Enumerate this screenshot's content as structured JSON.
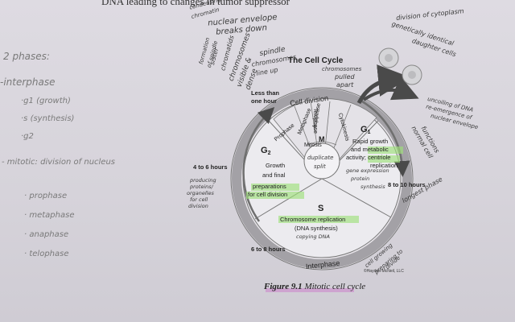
{
  "document": {
    "top_text": "DNA leading to changes in tumor suppressor",
    "caption_number": "Figure 9.1",
    "caption_title": "Mitotic cell cycle",
    "credit": "©Hayden-McNeil, LLC"
  },
  "diagram": {
    "title": "The Cell Cycle",
    "cell_division": "Cell division",
    "interphase": "Interphase",
    "phases": {
      "prophase": "Prophase",
      "metaphase": "Metaphase",
      "anaphase": "Anaphase",
      "telophase": "Telophase",
      "cytokinesis": "Cytokinesis",
      "mitosis": "Mitosis"
    },
    "g1": {
      "label": "G",
      "sub": "1",
      "line1": "Rapid growth",
      "line2": "and metabolic",
      "line3": "activity;",
      "line3b": "centriole",
      "line4": "replication"
    },
    "g2": {
      "label": "G",
      "sub": "2",
      "line1": "Growth",
      "line2": "and final",
      "line3": "preparations",
      "line4": "for cell division"
    },
    "s": {
      "label": "S",
      "line1": "Chromosome replication",
      "line2": "(DNA synthesis)"
    },
    "m": "M",
    "durations": {
      "less_than": "Less than",
      "one_hour": "one hour",
      "g2": "4 to 6 hours",
      "g1": "8 to 10 hours",
      "s": "6 to 8 hours"
    }
  },
  "annotations": {
    "two_phases": "2 phases:",
    "interphase": "-interphase",
    "g1_growth": "·g1 (growth)",
    "s_synthesis": "·s (synthesis)",
    "g2": "·g2",
    "mitotic": "- mitotic: division of nucleus",
    "prophase": "· prophase",
    "metaphase": "· metaphase",
    "anaphase": "· anaphase",
    "telophase": "· telophase",
    "condensing_1": "condensing",
    "condensing_2": "chromatin",
    "envelope_1": "nuclear envelope",
    "envelope_2": "breaks down",
    "formation_1": "formation",
    "formation_2": "of spindle",
    "sister_1": "sister",
    "sister_2": "chromatids",
    "visible_1": "chromosomes",
    "visible_2": "visible &",
    "visible_3": "dense",
    "spindle_1": "spindle",
    "spindle_2": "chromosomes",
    "spindle_3": "line up",
    "pulled_1": "chromosomes",
    "pulled_2": "pulled",
    "pulled_3": "apart",
    "cytoplasm": "division of cytoplasm",
    "identical_1": "genetically identical",
    "identical_2": "daughter cells",
    "uncoiling_1": "uncoiling of DNA",
    "uncoiling_2": "re-emergence of",
    "uncoiling_3": "nuclear envelope",
    "normal_1": "normal cell",
    "normal_2": "functions",
    "longest": "longest phase",
    "gene_1": "gene expression",
    "gene_2": "protein",
    "gene_3": "synthesis",
    "duplicate_1": "duplicate",
    "duplicate_2": "split",
    "producing_1": "producing",
    "producing_2": "proteins/",
    "producing_3": "organelles",
    "producing_4": "for cell",
    "producing_5": "division",
    "copying": "copying DNA",
    "cell_growing_1": "cell growing",
    "cell_growing_2": "preparing to",
    "cell_growing_3": "divide"
  },
  "colors": {
    "ring": "#9a9a9a",
    "ring_dark": "#6f6f6f",
    "highlight": "#9ee07a",
    "pink": "#cc88cc",
    "arrow": "#4a4a4a"
  }
}
